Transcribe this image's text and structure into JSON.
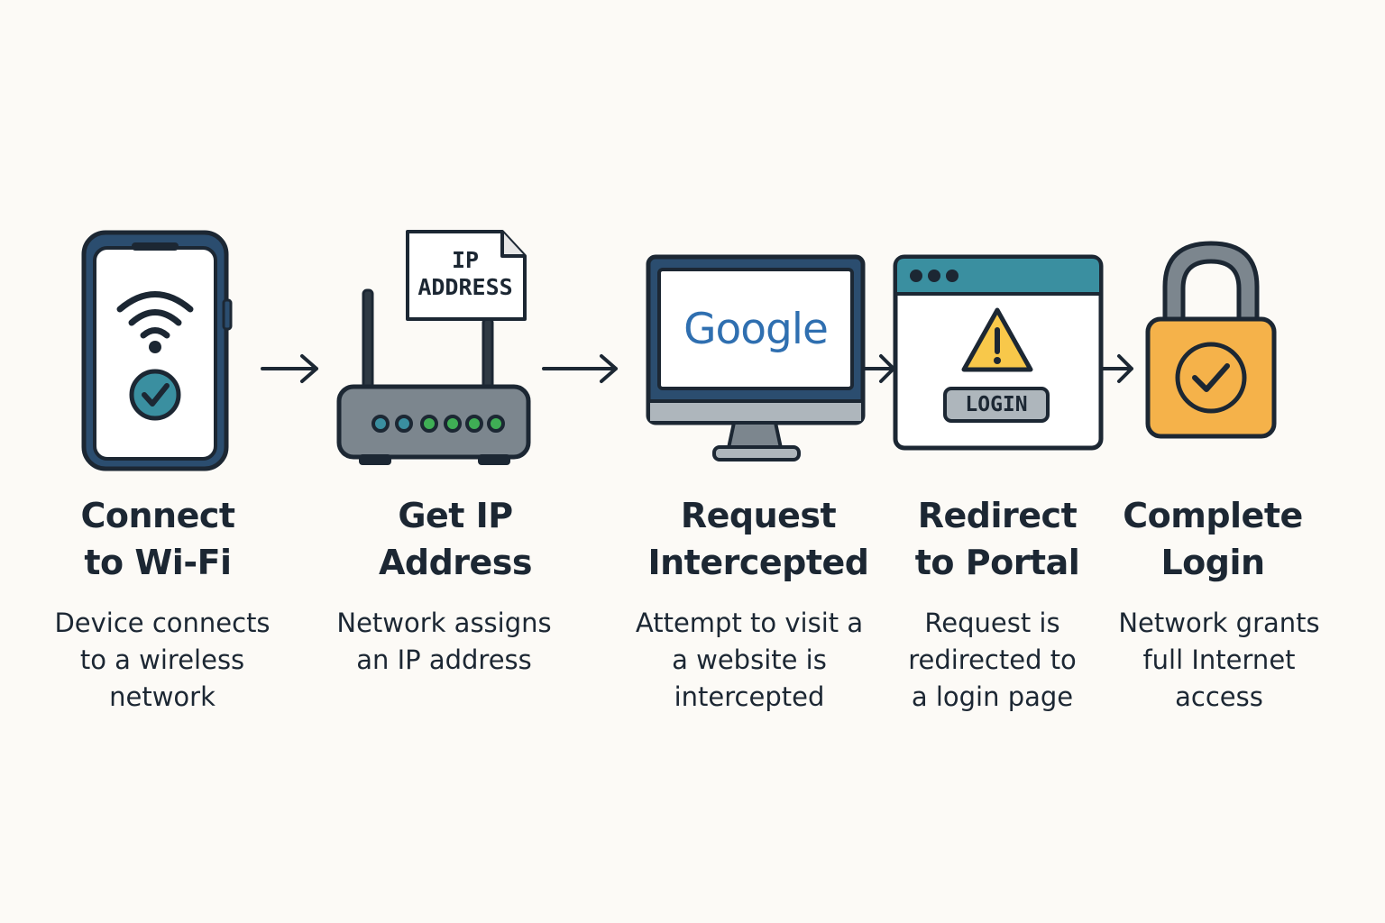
{
  "colors": {
    "background": "#fcfaf6",
    "outline": "#1c2733",
    "navy": "#2b4d6f",
    "teal": "#3a8fa0",
    "gray": "#7c868e",
    "light_gray": "#aeb6bc",
    "led_green": "#3fae55",
    "lock_orange": "#f5b24a",
    "warning_yellow": "#f8c84a",
    "google_blue": "#2f6fb0"
  },
  "steps": [
    {
      "icon": "smartphone-wifi-check-icon",
      "title_lines": [
        "Connect",
        "to Wi-Fi"
      ],
      "desc_lines": [
        "Device connects",
        "to a wireless",
        "network"
      ]
    },
    {
      "icon": "router-icon",
      "sign_lines": [
        "IP",
        "ADDRESS"
      ],
      "title_lines": [
        "Get IP",
        "Address"
      ],
      "desc_lines": [
        "Network assigns",
        "an IP address"
      ]
    },
    {
      "icon": "monitor-icon",
      "screen_text": "Google",
      "title_lines": [
        "Request",
        "Intercepted"
      ],
      "desc_lines": [
        "Attempt to visit a",
        "a website is",
        "intercepted"
      ]
    },
    {
      "icon": "browser-warning-icon",
      "button_text": "LOGIN",
      "title_lines": [
        "Redirect",
        "to Portal"
      ],
      "desc_lines": [
        "Request is",
        "redirected to",
        "a login page"
      ]
    },
    {
      "icon": "padlock-check-icon",
      "title_lines": [
        "Complete",
        "Login"
      ],
      "desc_lines": [
        "Network grants",
        "full Internet",
        "access"
      ]
    }
  ]
}
